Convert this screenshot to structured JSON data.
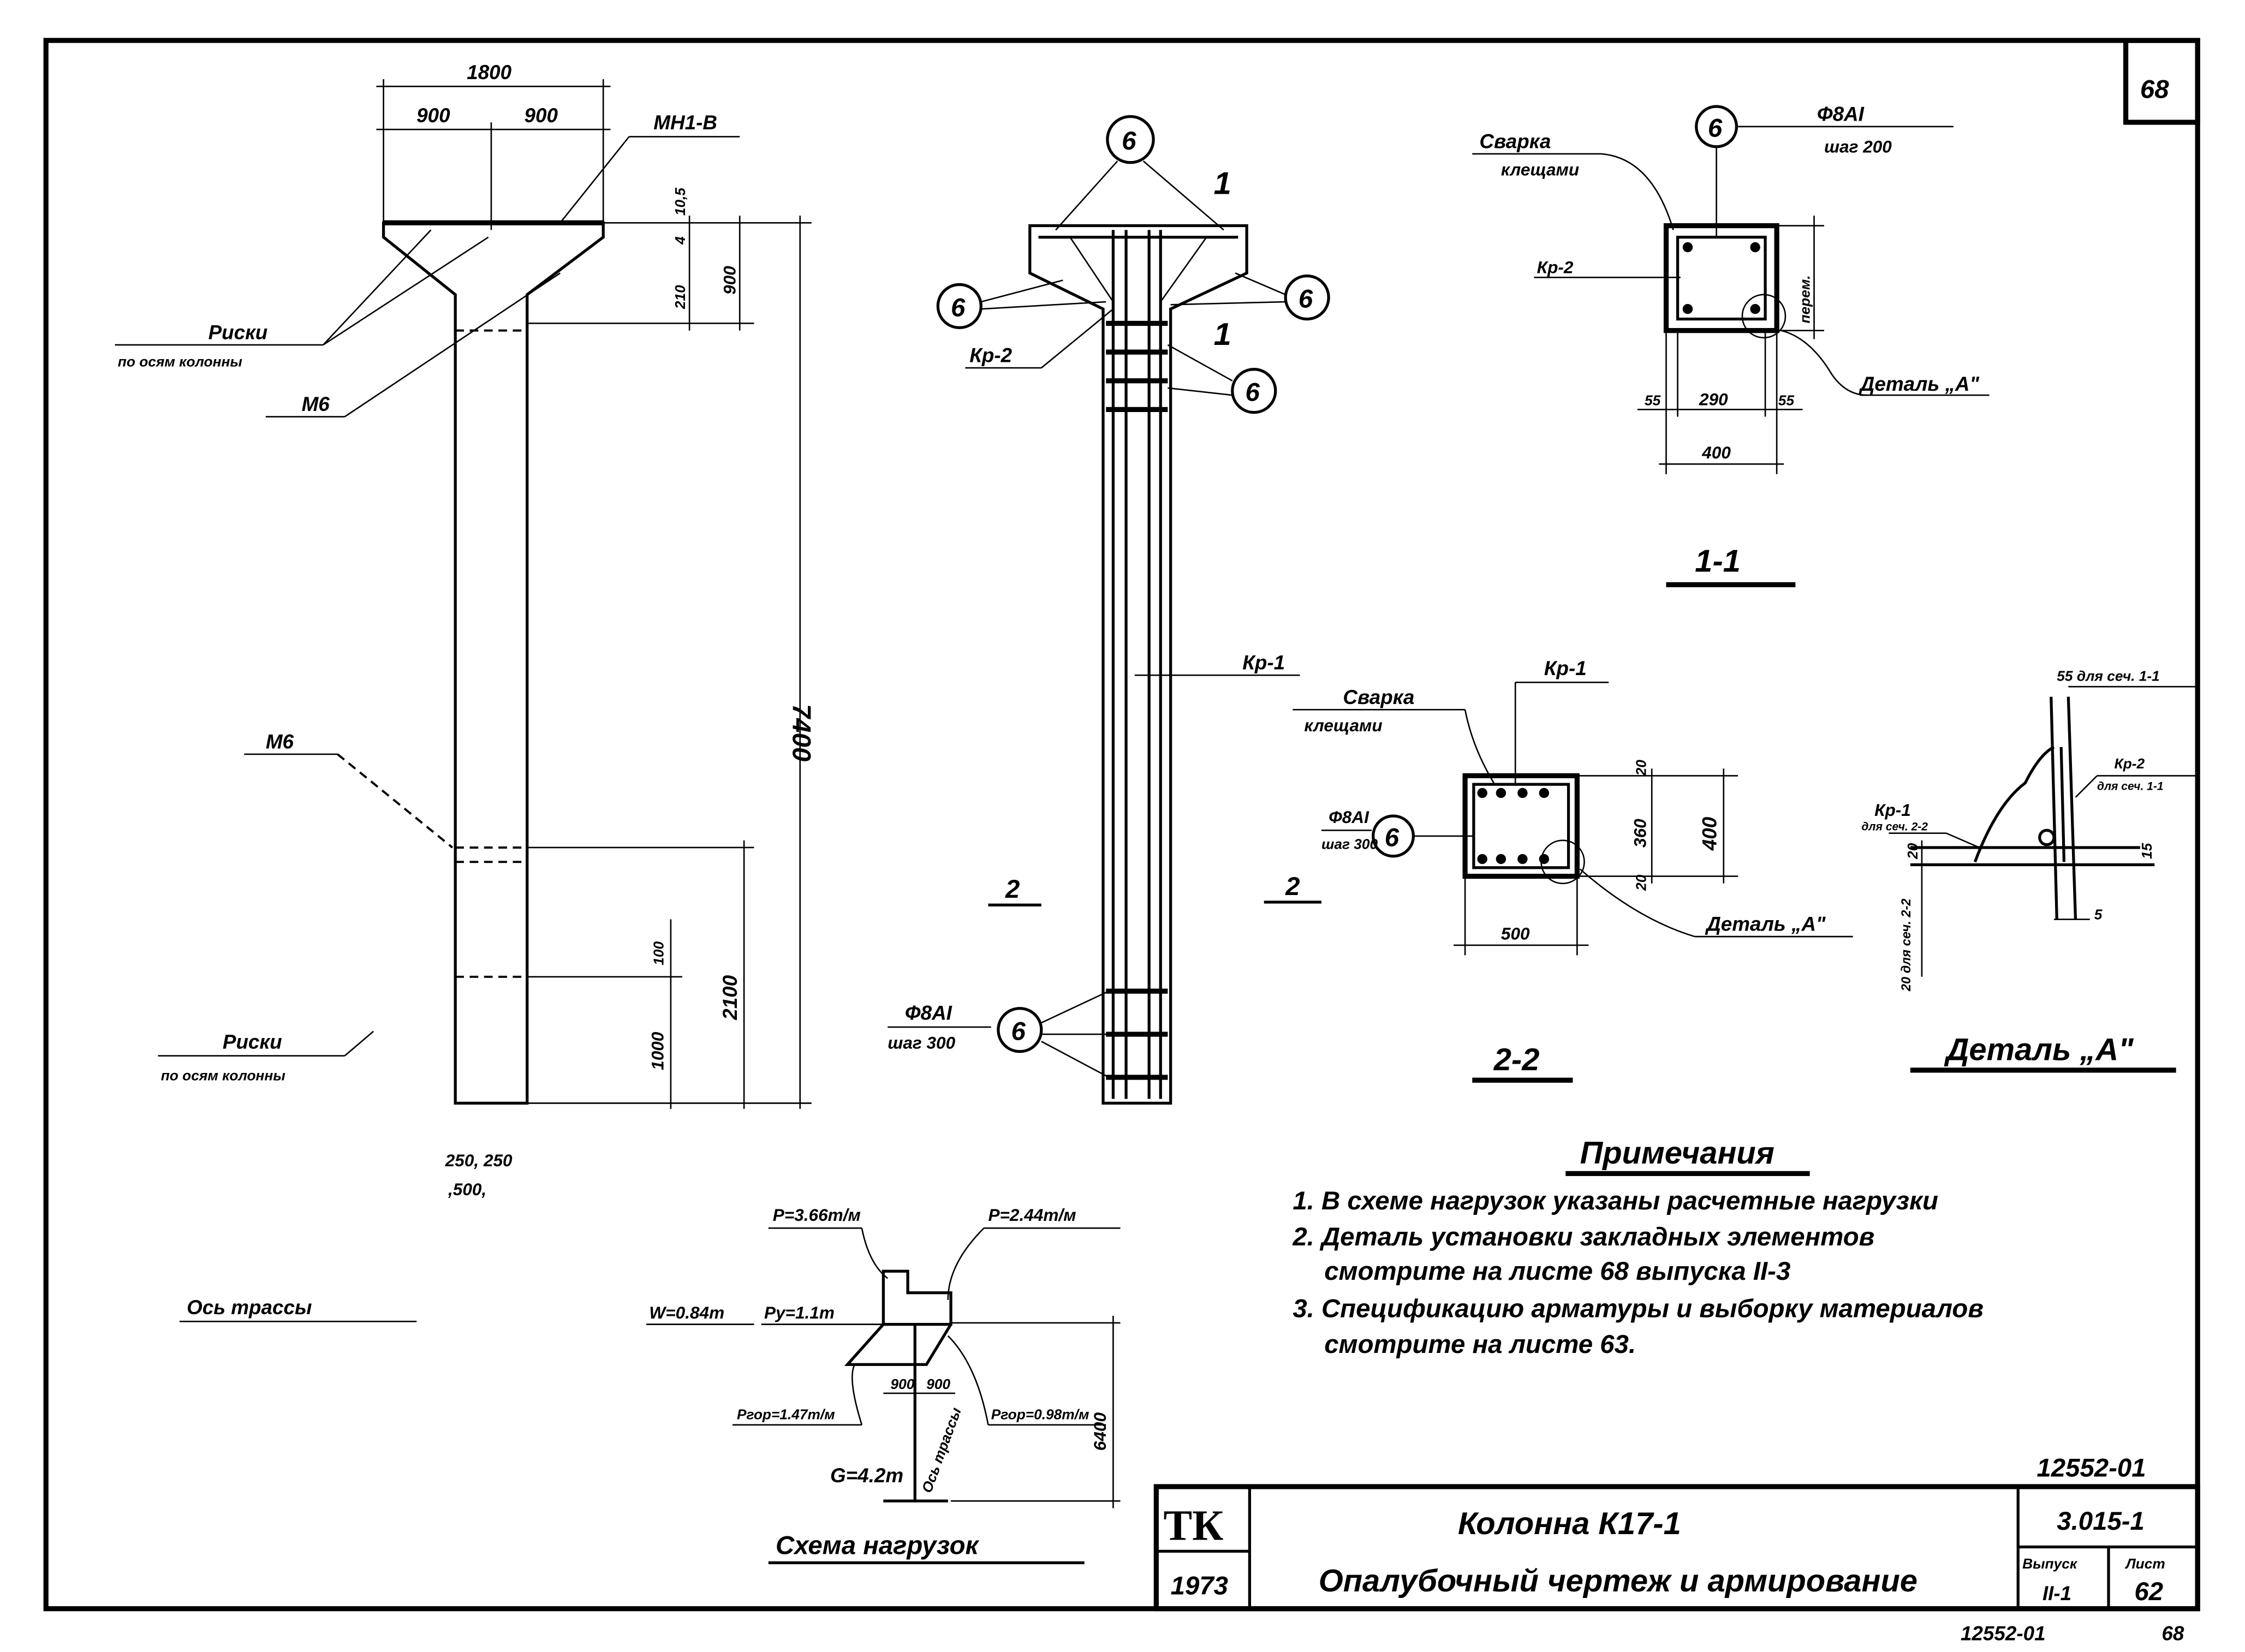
{
  "sheet": {
    "corner_number": "68",
    "doc_code_top": "12552-01",
    "doc_code_bottom": "12552-01",
    "page_bottom": "68"
  },
  "elevation": {
    "dim_total_width": "1800",
    "dim_half_left": "900",
    "dim_half_right": "900",
    "embedded_plate": "МН1-В",
    "dims_head": [
      "4",
      "10,5",
      "210",
      "900"
    ],
    "dim_height": "7400",
    "dim_lower": "2100",
    "dim_100": "100",
    "dim_1000": "1000",
    "risks_label": "Риски",
    "risks_sub": "по осям колонны",
    "m6_label": "М6",
    "note_numbers": [
      "250, 250",
      ",500,"
    ],
    "axis_label": "Ось трассы"
  },
  "reinforcement": {
    "marker": "6",
    "section_mark": "1",
    "cage_kr2": "Кр-2",
    "cage_kr1": "Кр-1",
    "section_ref": "2",
    "bar_spec": "Ф8АI",
    "bar_step": "шаг 300"
  },
  "section_1_1": {
    "title": "1-1",
    "weld": "Сварка",
    "weld_sub": "клещами",
    "bar_spec": "Ф8АI",
    "bar_step": "шаг 200",
    "marker": "6",
    "cage": "Кр-2",
    "var_dim": "перем.",
    "dims": [
      "55",
      "290",
      "55"
    ],
    "width": "400",
    "detail_ref": "Деталь „А\""
  },
  "section_2_2": {
    "title": "2-2",
    "cage": "Кр-1",
    "weld": "Сварка",
    "weld_sub": "клещами",
    "bar_spec": "Ф8АI",
    "bar_step": "шаг 300",
    "marker": "6",
    "section_ref": "2",
    "dims_v": [
      "20",
      "360",
      "20"
    ],
    "height": "400",
    "width": "500",
    "detail_ref": "Деталь „А\""
  },
  "detail_a": {
    "title": "Деталь „А\"",
    "top_label": "55 для сеч. 1-1",
    "kr2": "Кр-2",
    "kr2_sub": "для сеч. 1-1",
    "kr1": "Кр-1",
    "kr1_sub": "для сеч. 2-2",
    "dim_20": "20",
    "dim_15": "15",
    "dim_5": "5",
    "vert_label": "20 для сеч. 2-2"
  },
  "notes": {
    "title": "Примечания",
    "lines": [
      "1. В схеме нагрузок указаны расчетные нагрузки",
      "2. Деталь  установки закладных элементов",
      "смотрите  на листе 68 выпуска II-3",
      "3. Спецификацию арматуры и выборку материалов",
      "смотрите  на листе 63."
    ]
  },
  "load_scheme": {
    "title": "Схема нагрузок",
    "p_left": "P=3.66т/м",
    "p_right": "P=2.44т/м",
    "w": "W=0.84т",
    "py": "Py=1.1т",
    "pgor_left": "Pгор=1.47т/м",
    "pgor_right": "Pгор=0.98т/м",
    "g": "G=4.2т",
    "dims": [
      "900",
      "900"
    ],
    "height": "6400",
    "axis": "Ось трассы"
  },
  "title_block": {
    "org": "ТК",
    "year": "1973",
    "title": "Колонна К17-1",
    "subtitle": "Опалубочный чертеж и армирование",
    "series": "3.015-1",
    "issue_label": "Выпуск",
    "issue": "II-1",
    "sheet_label": "Лист",
    "sheet": "62"
  }
}
